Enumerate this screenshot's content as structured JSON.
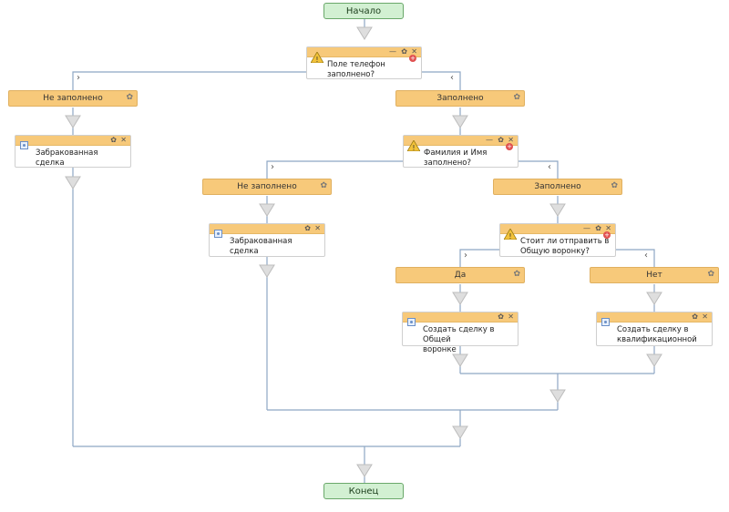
{
  "start": {
    "label": "Начало"
  },
  "end": {
    "label": "Конец"
  },
  "conditions": [
    {
      "text": "Поле телефон заполнено?",
      "lines": [
        "Поле телефон",
        "заполнено?"
      ]
    },
    {
      "text": "Фамилия и Имя заполнено?",
      "lines": [
        "Фамилия и Имя",
        "заполнено?"
      ]
    },
    {
      "text": "Стоит ли отправить в Общую воронку?",
      "lines": [
        "Стоит ли отправить в",
        "Общую воронку?"
      ]
    }
  ],
  "branches": [
    {
      "label": "Не заполнено"
    },
    {
      "label": "Заполнено"
    },
    {
      "label": "Не заполнено"
    },
    {
      "label": "Заполнено"
    },
    {
      "label": "Да"
    },
    {
      "label": "Нет"
    }
  ],
  "actions": [
    {
      "lines": [
        "Забракованная сделка"
      ]
    },
    {
      "lines": [
        "Забракованная сделка"
      ]
    },
    {
      "lines": [
        "Создать сделку в Общей",
        "воронке"
      ]
    },
    {
      "lines": [
        "Создать сделку в",
        "квалификационной"
      ]
    }
  ],
  "icons": {
    "branch_gear": "gear-icon",
    "minimize": "minimize-icon",
    "close": "close-icon",
    "condition": "warning-condition-icon",
    "add": "add-icon",
    "action": "action-icon",
    "merge": "merge-arrow-icon"
  },
  "colors": {
    "header": "#f7c97a",
    "terminal": "#d2f0d2",
    "connector": "#8ea7c4",
    "arrow": "#cfcfcf"
  }
}
